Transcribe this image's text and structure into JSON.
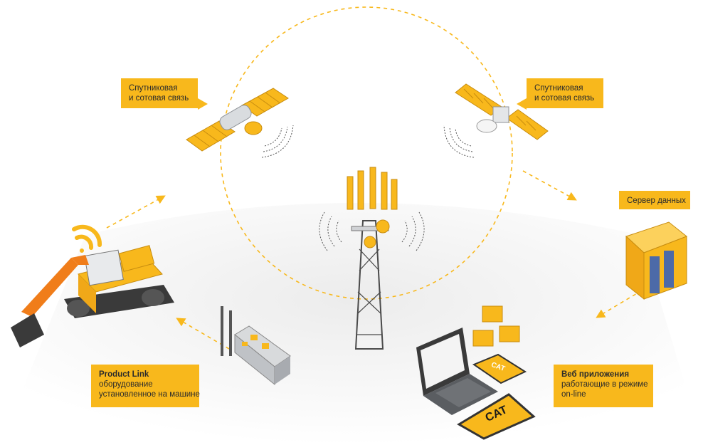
{
  "labels": {
    "sat_left": [
      "Спутниковая",
      "и сотовая связь"
    ],
    "sat_right": [
      "Спутниковая",
      "и сотовая связь"
    ],
    "server": "Сервер данных",
    "product_link": {
      "title": "Product Link",
      "lines": [
        "оборудование",
        "установленное на машине"
      ]
    },
    "web_apps": {
      "title": "Веб приложения",
      "lines": [
        "работающие в режиме",
        "on-line"
      ]
    },
    "brand_tablet": "CAT",
    "brand_phone": "CAT"
  },
  "colors": {
    "accent": "#f8b81c",
    "orange": "#f07d1a",
    "dark": "#3a3a3a",
    "steel": "#b9bcc1",
    "screen_blue": "#4c6aa8"
  },
  "icons": [
    "satellite-icon",
    "satellite-icon",
    "cell-tower-icon",
    "server-rack-icon",
    "excavator-icon",
    "wifi-icon",
    "circuit-board-icon",
    "laptop-icon",
    "tablet-icon",
    "phone-icon",
    "folder-icon"
  ]
}
